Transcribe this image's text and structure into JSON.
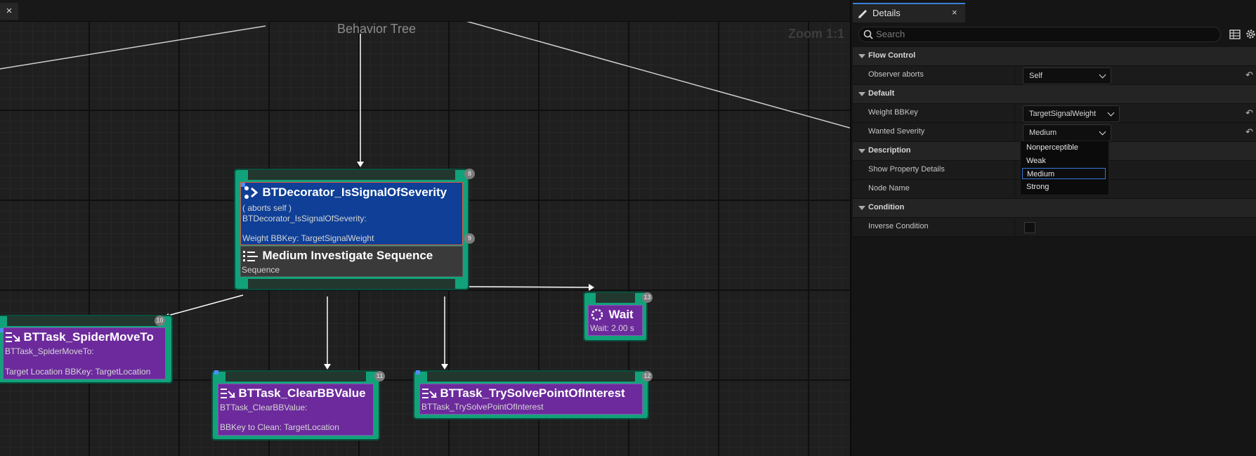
{
  "window": {
    "close_label": "×"
  },
  "graph": {
    "title": "Behavior Tree",
    "zoom": "Zoom 1:1",
    "nodes": {
      "decorator": {
        "badge": "8",
        "title": "BTDecorator_IsSignalOfSeverity",
        "line1": "( aborts self )",
        "line2": "BTDecorator_IsSignalOfSeverity:",
        "line3": "Weight BBKey: TargetSignalWeight"
      },
      "sequence": {
        "badge": "9",
        "title": "Medium Investigate Sequence",
        "subtitle": "Sequence"
      },
      "spider": {
        "badge": "10",
        "title": "BTTask_SpiderMoveTo",
        "line1": "BTTask_SpiderMoveTo:",
        "line2": "Target Location BBKey: TargetLocation"
      },
      "clear": {
        "badge": "11",
        "title": "BTTask_ClearBBValue",
        "line1": "BTTask_ClearBBValue:",
        "line2": "BBKey to Clean: TargetLocation"
      },
      "trysolve": {
        "badge": "12",
        "title": "BTTask_TrySolvePointOfInterest",
        "line1": "BTTask_TrySolvePointOfInterest"
      },
      "wait": {
        "badge": "13",
        "title": "Wait",
        "line1": "Wait: 2.00 s"
      }
    }
  },
  "details": {
    "tab_label": "Details",
    "tab_close": "×",
    "search_placeholder": "Search",
    "categories": {
      "flow": "Flow Control",
      "default": "Default",
      "description": "Description",
      "condition": "Condition"
    },
    "props": {
      "observer_aborts": {
        "label": "Observer aborts",
        "value": "Self"
      },
      "weight_bbkey": {
        "label": "Weight BBKey",
        "value": "TargetSignalWeight"
      },
      "wanted_severity": {
        "label": "Wanted Severity",
        "value": "Medium"
      },
      "show_property_details": {
        "label": "Show Property Details"
      },
      "node_name": {
        "label": "Node Name"
      },
      "inverse_condition": {
        "label": "Inverse Condition",
        "checked": false
      }
    },
    "severity_options": [
      "Nonperceptible",
      "Weak",
      "Medium",
      "Strong"
    ],
    "selected_option": "Medium"
  },
  "colors": {
    "node_border": "#12a27a",
    "decorator": "#0f3f96",
    "task": "#6c2a9c",
    "accent": "#3a78d4"
  }
}
